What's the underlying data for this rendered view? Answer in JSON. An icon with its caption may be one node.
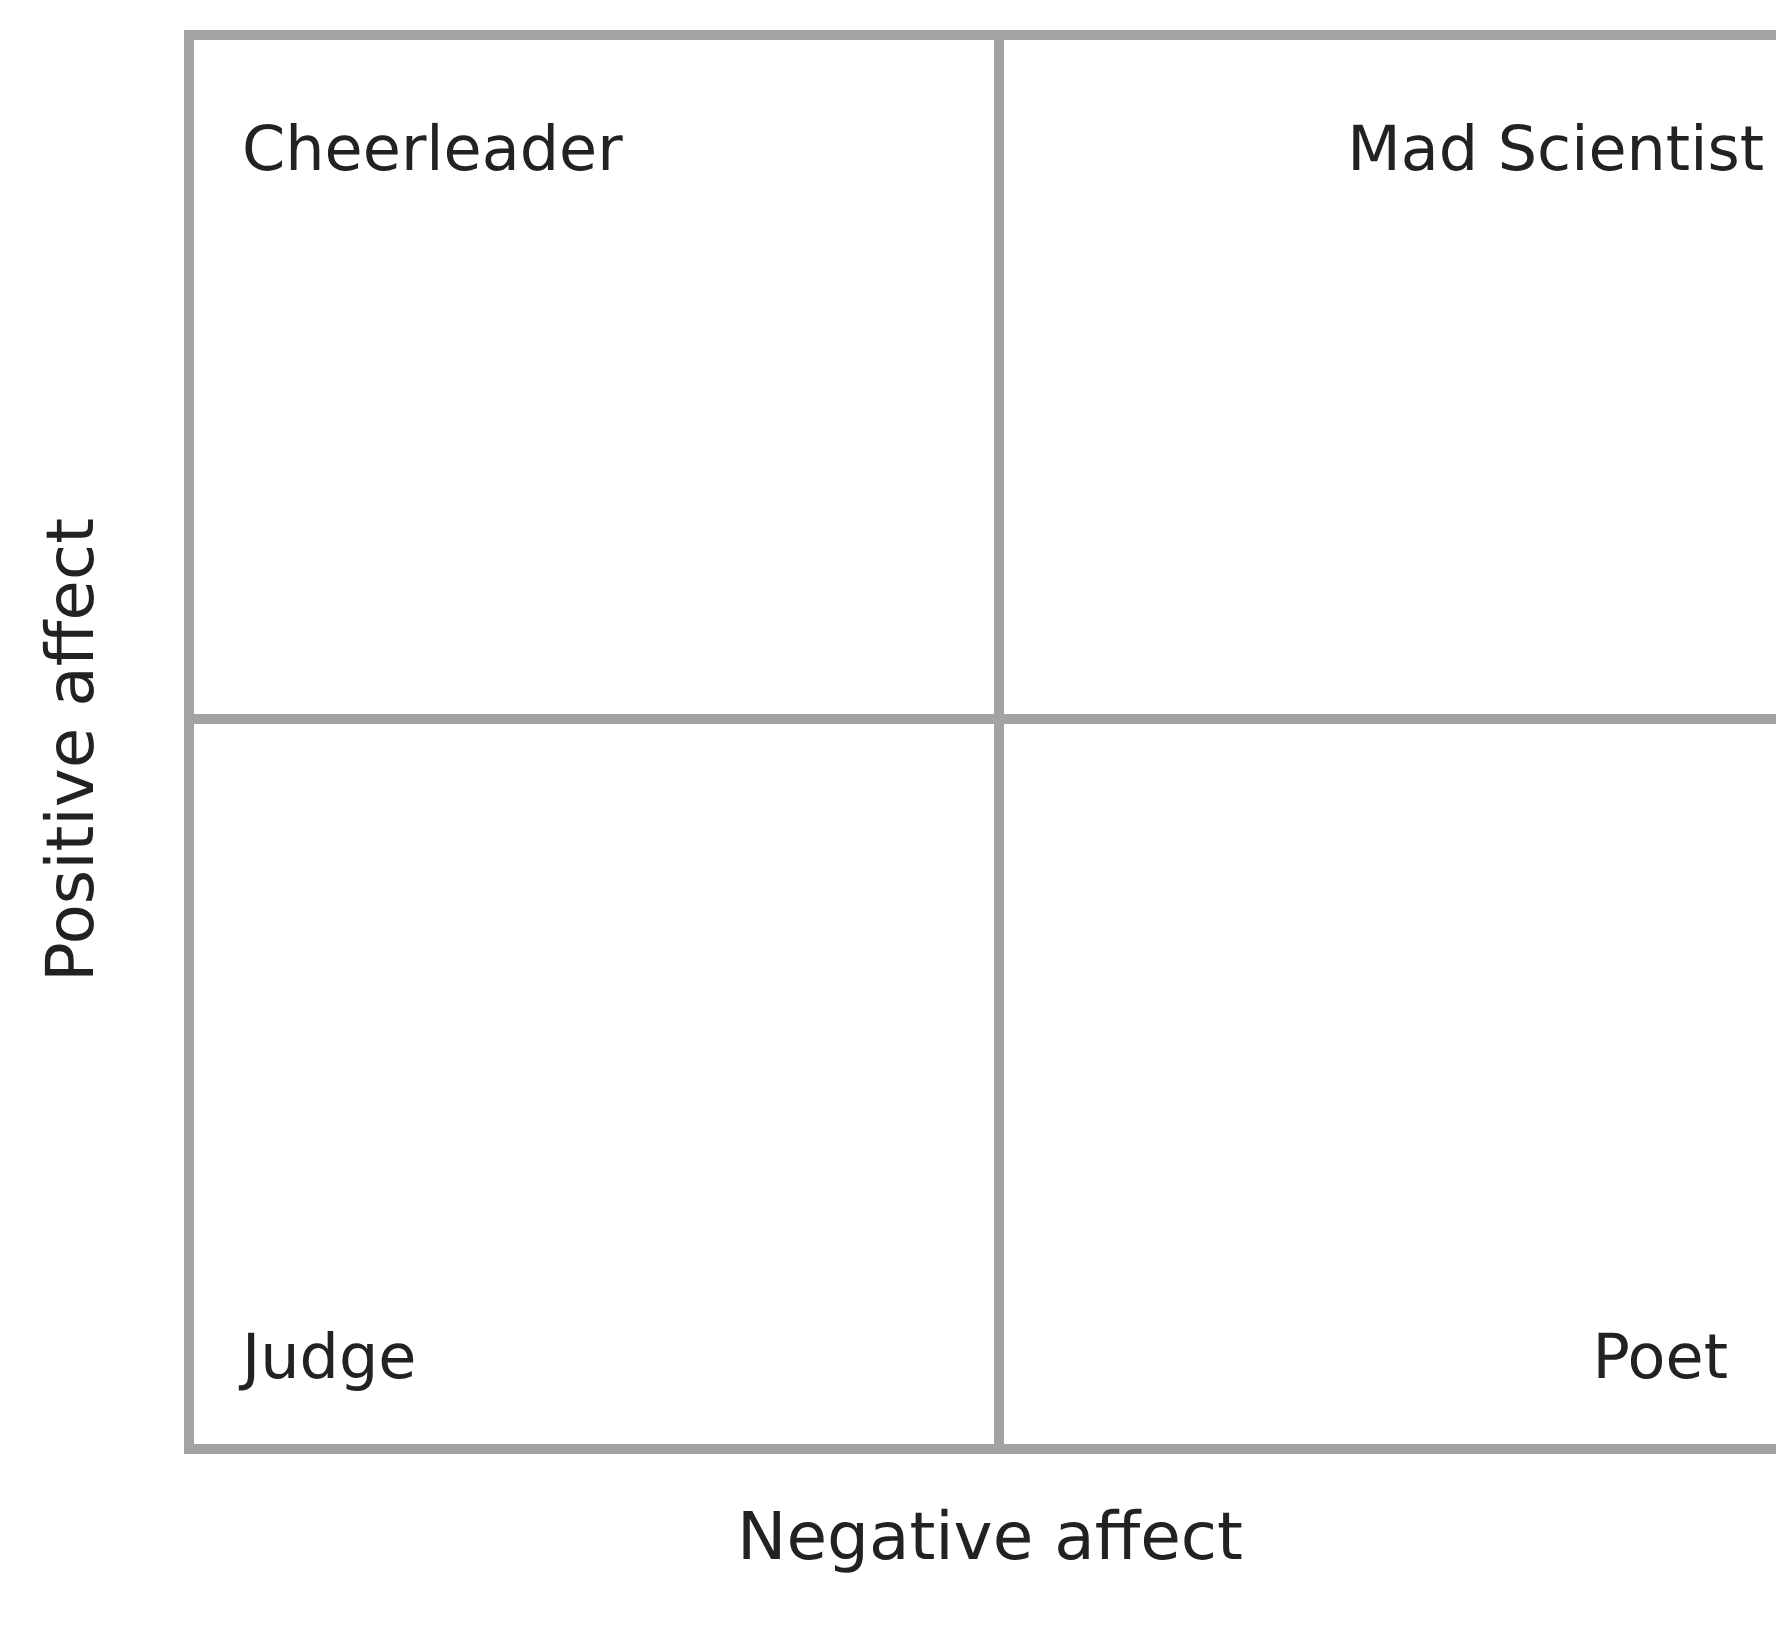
{
  "diagram": {
    "nodes": [
      {
        "text": [
          "Cheerleader"
        ]
      },
      {
        "text": [
          "Mad Scientist"
        ]
      },
      {
        "text": [
          "Judge"
        ]
      },
      {
        "text": [
          "Poet"
        ]
      }
    ],
    "labels": [
      "Positive affect",
      "Negative affect"
    ]
  }
}
